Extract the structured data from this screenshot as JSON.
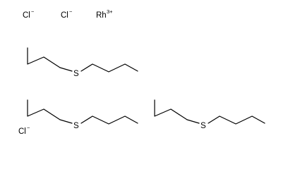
{
  "ions": [
    {
      "symbol": "Cl",
      "charge": "−"
    },
    {
      "symbol": "Cl",
      "charge": "−"
    },
    {
      "symbol": "Rh",
      "charge": "3+"
    },
    {
      "symbol": "Cl",
      "charge": "−"
    }
  ],
  "ligands": [
    {
      "heteroatom": "S"
    },
    {
      "heteroatom": "S"
    },
    {
      "heteroatom": "S"
    }
  ]
}
